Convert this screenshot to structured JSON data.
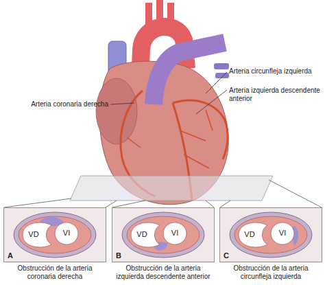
{
  "diagram": {
    "nodes": [
      {
        "text": [
          "VD",
          "VI",
          "A",
          "Obstrucción de la arteria coronaria derecha"
        ]
      },
      {
        "text": [
          "VD",
          "VI",
          "B",
          "Obstrucción de la arteria izquierda descendente anterior"
        ]
      },
      {
        "text": [
          "VD",
          "VI",
          "C",
          "Obstrucción de la arteria circunfleja izquierda"
        ]
      }
    ],
    "labels": [
      "Arteria circunfleja izquierda",
      "Arteria izquierda descendente anterior",
      "Arteria coronaria derecha"
    ]
  }
}
